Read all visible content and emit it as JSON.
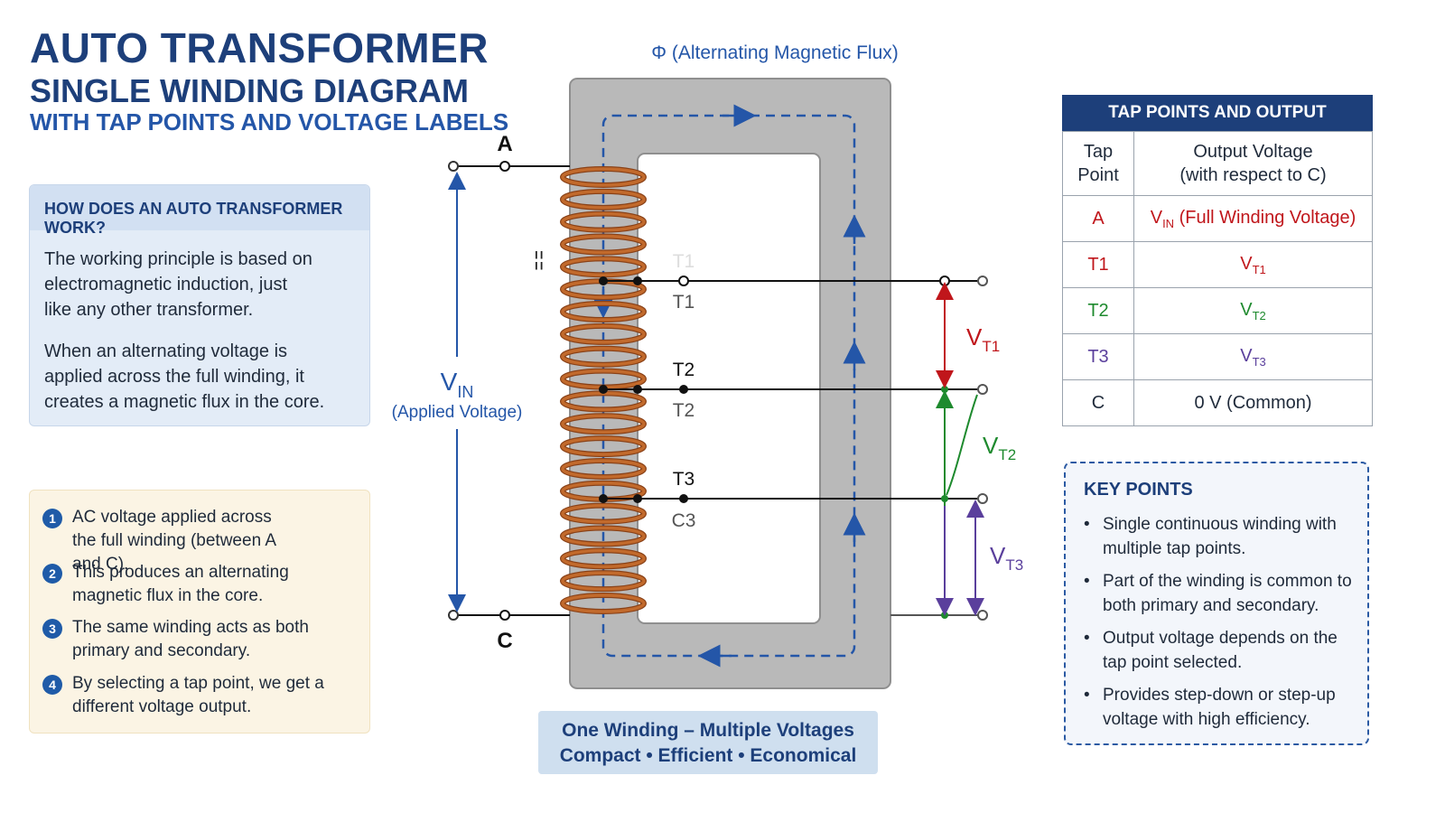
{
  "title": {
    "line1": "AUTO TRANSFORMER",
    "line2": "SINGLE WINDING DIAGRAM",
    "line3": "WITH TAP POINTS AND VOLTAGE LABELS"
  },
  "how": {
    "heading": "HOW DOES AN AUTO TRANSFORMER WORK?",
    "para1": "The working principle is based on electromagnetic induction, just like any other transformer.",
    "para2": "When an alternating voltage is applied across the full winding, it creates a magnetic flux in the core."
  },
  "steps": [
    {
      "num": "1",
      "text": "AC voltage applied across the full winding (between A and C)."
    },
    {
      "num": "2",
      "text": "This produces an alternating magnetic flux in the core."
    },
    {
      "num": "3",
      "text": "The same winding acts as both primary and secondary."
    },
    {
      "num": "4",
      "text": "By selecting a tap point, we get a different voltage output."
    }
  ],
  "diagram": {
    "flux_label": "Φ (Alternating Magnetic Flux)",
    "terminal_a": "A",
    "terminal_c": "C",
    "vin_main": "V",
    "vin_sub": "IN",
    "vin_caption": "(Applied Voltage)",
    "tap_t1": "T1",
    "tap_t2": "T2",
    "tap_t3": "T3",
    "ghost_t1": "T1",
    "ghost_t2": "T2",
    "ghost_c3": "C3",
    "vt1_main": "V",
    "vt1_sub": "T1",
    "vt2_main": "V",
    "vt2_sub": "T2",
    "vt3_main": "V",
    "vt3_sub": "T3",
    "colors": {
      "core": "#b9b9b9",
      "copper": "#c26a2c",
      "flux": "#2456a8",
      "vt1": "#c0161b",
      "vt2": "#1e8a2e",
      "vt3": "#5a3f9c"
    }
  },
  "footer": {
    "line1": "One Winding – Multiple Voltages",
    "line2": "Compact • Efficient • Economical"
  },
  "table": {
    "title": "TAP POINTS AND OUTPUT VOLTAGES",
    "col1_line1": "Tap",
    "col1_line2": "Point",
    "col2_line1": "Output Voltage",
    "col2_line2": "(with respect to C)",
    "rows": [
      {
        "tap": "A",
        "v_main": "V",
        "v_sub": "IN",
        "v_rest": " (Full Winding Voltage)",
        "color": "#c0161b"
      },
      {
        "tap": "T1",
        "v_main": "V",
        "v_sub": "T1",
        "v_rest": "",
        "color": "#c0161b"
      },
      {
        "tap": "T2",
        "v_main": "V",
        "v_sub": "T2",
        "v_rest": "",
        "color": "#1e8a2e"
      },
      {
        "tap": "T3",
        "v_main": "V",
        "v_sub": "T3",
        "v_rest": "",
        "color": "#5a3f9c"
      },
      {
        "tap": "C",
        "v_main": "0 V (Common)",
        "v_sub": "",
        "v_rest": "",
        "color": "#1f2a3a"
      }
    ]
  },
  "key_points": {
    "heading": "KEY POINTS",
    "items": [
      "Single continuous winding with multiple tap points.",
      "Part of the winding is common to both primary and secondary.",
      "Output voltage depends on the tap point selected.",
      "Provides step-down or step-up voltage with high efficiency."
    ]
  }
}
